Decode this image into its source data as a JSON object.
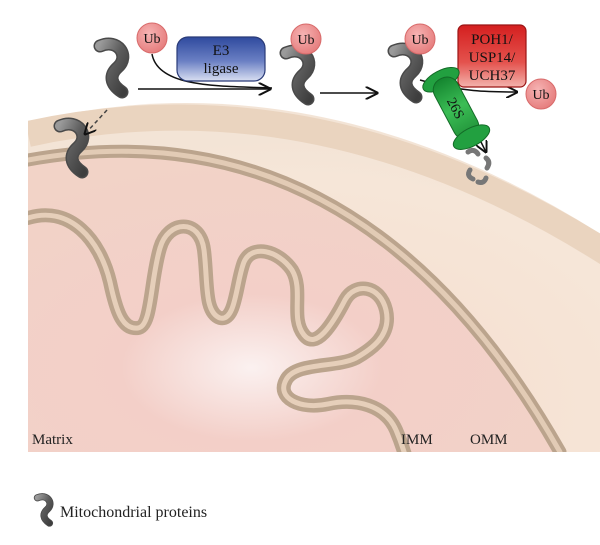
{
  "labels": {
    "ub_1": "Ub",
    "ub_2": "Ub",
    "ub_3": "Ub",
    "ub_released": "Ub",
    "e3_line1": "E3",
    "e3_line2": "ligase",
    "dub_line1": "POH1/",
    "dub_line2": "USP14/",
    "dub_line3": "UCH37",
    "proteasome": "26S",
    "matrix": "Matrix",
    "imm": "IMM",
    "omm": "OMM",
    "legend": "Mitochondrial proteins"
  },
  "colors": {
    "ub_fill": "#e98a8a",
    "e3_fill": "#4a62b0",
    "dub_fill": "#dc2a2a",
    "proteasome_fill": "#2aa545",
    "membrane": "#bba48d",
    "protein": "#6e6e6e"
  }
}
